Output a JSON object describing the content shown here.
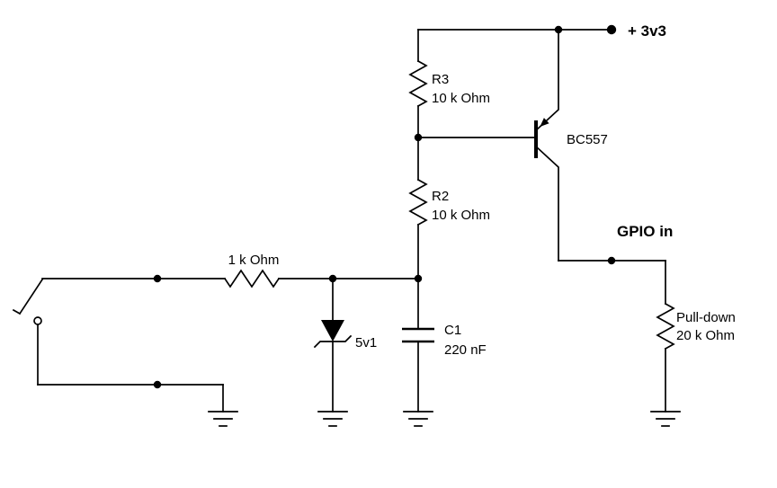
{
  "components": {
    "power_rail": {
      "label": "+ 3v3"
    },
    "r3": {
      "name": "R3",
      "value": "10 k Ohm"
    },
    "r2": {
      "name": "R2",
      "value": "10 k Ohm"
    },
    "r1": {
      "value": "1 k Ohm"
    },
    "zener": {
      "value": "5v1"
    },
    "c1": {
      "name": "C1",
      "value": "220 nF"
    },
    "transistor": {
      "label": "BC557"
    },
    "gpio": {
      "label": "GPIO in"
    },
    "pulldown": {
      "name": "Pull-down",
      "value": "20 k Ohm"
    }
  },
  "colors": {
    "line": "#000000",
    "background": "#ffffff"
  }
}
